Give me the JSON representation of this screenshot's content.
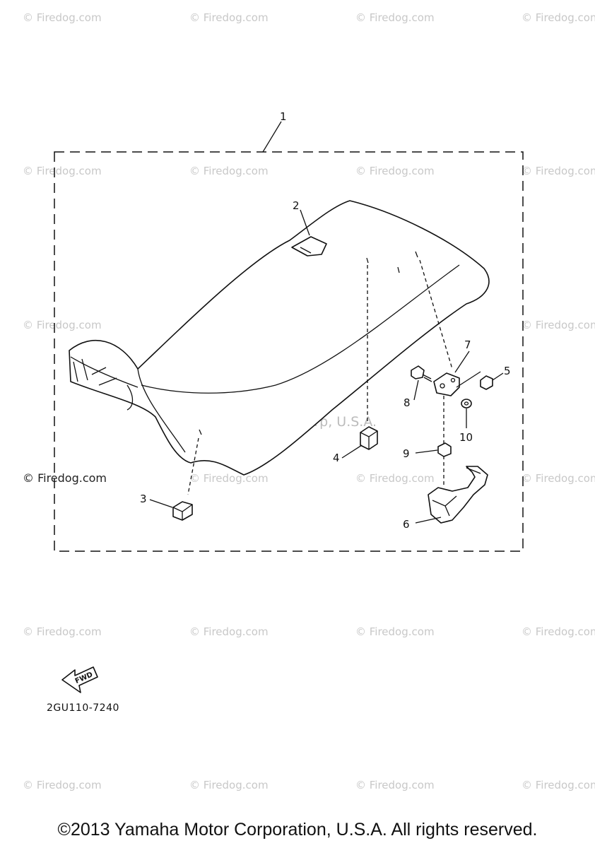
{
  "watermarks": {
    "firedog_text": "© Firedog.com",
    "center_text": "Yamaha Motor Corp, U.S.A."
  },
  "callouts": [
    "1",
    "2",
    "3",
    "4",
    "5",
    "6",
    "7",
    "8",
    "9",
    "10"
  ],
  "fwd_label": "FWD",
  "diagram_code": "2GU110-7240",
  "copyright": "©2013 Yamaha Motor Corporation, U.S.A. All rights reserved."
}
